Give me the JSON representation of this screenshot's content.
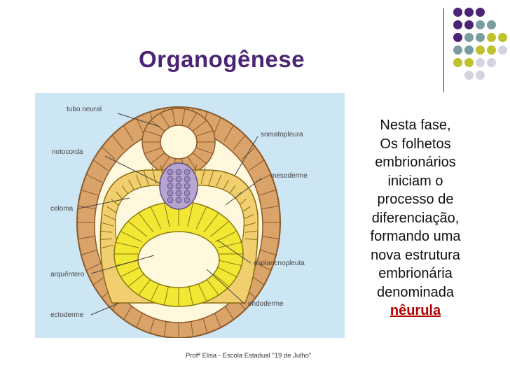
{
  "slide": {
    "title": "Organogênese",
    "text_lines": [
      "Nesta fase,",
      "Os folhetos",
      "embrionários",
      "iniciam o",
      "processo de",
      "diferenciação,",
      "formando uma",
      "nova estrutura",
      "embrionária",
      "denominada"
    ],
    "keyword": "nêurula",
    "footer": "Profª Elisa - Escola Estadual \"19 de Julho\""
  },
  "diagram": {
    "labels": {
      "tubo_neural": "tubo neural",
      "notocorda": "notocorda",
      "celoma": "celoma",
      "arquentero": "arquêntero",
      "ectoderme": "ectoderme",
      "somatopleura": "somatopleura",
      "mesoderme": "mesoderme",
      "esplancnopleuta": "esplancnopleuta",
      "endoderme": "endoderme"
    },
    "colors": {
      "background": "#cde6f4",
      "ectoderm": "#d9a36a",
      "mesoderm": "#f2cf6e",
      "endoderm": "#f2e733",
      "notochord": "#b6a6cf",
      "cavity": "#fff8dc"
    }
  },
  "decor": {
    "dot_colors": [
      "#4b2475",
      "#7a9da0",
      "#bfc22c",
      "#d4d4e0"
    ]
  }
}
